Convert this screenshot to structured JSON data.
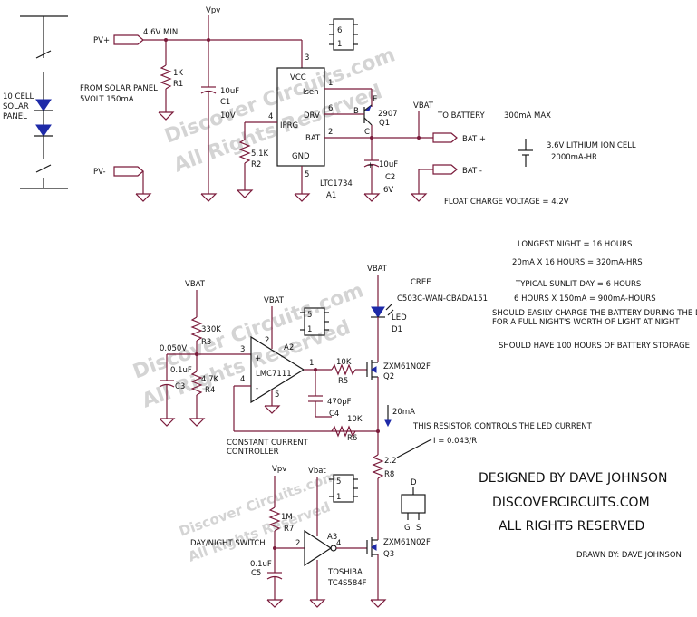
{
  "watermarks": [
    "Discover Circuits.com",
    "All Rights Reserved"
  ],
  "solar": {
    "panel_label": [
      "10 CELL",
      "SOLAR",
      "PANEL"
    ],
    "pv_plus": "PV+",
    "pv_minus": "PV-",
    "vpv": "Vpv",
    "min_voltage": "4.6V MIN",
    "source_note": [
      "FROM SOLAR PANEL",
      "5VOLT 150mA"
    ]
  },
  "charger": {
    "r1": {
      "value": "1K",
      "ref": "R1"
    },
    "c1": {
      "value": "10uF",
      "ref": "C1",
      "volt": "10V"
    },
    "r2": {
      "value": "5.1K",
      "ref": "R2"
    },
    "ic": {
      "pins": {
        "vcc": "VCC",
        "isen": "Isen",
        "drv": "DRV",
        "iprg": "IPRG",
        "bat": "BAT",
        "gnd": "GND"
      },
      "part": "LTC1734",
      "ref": "A1",
      "pin_numbers": [
        "3",
        "1",
        "6",
        "4",
        "5",
        "2"
      ]
    },
    "package_pins": [
      "6",
      "1"
    ],
    "q1": {
      "part": "2907",
      "ref": "Q1",
      "pins": [
        "E",
        "B",
        "C"
      ]
    },
    "c2": {
      "value": "10uF",
      "ref": "C2",
      "volt": "6V"
    },
    "vbat": "VBAT",
    "to_battery": "TO BATTERY",
    "max_current": "300mA MAX",
    "bat_plus": "BAT +",
    "bat_minus": "BAT -",
    "battery": [
      "3.6V LITHIUM ION CELL",
      "2000mA-HR"
    ],
    "float_voltage": "FLOAT CHARGE VOLTAGE = 4.2V"
  },
  "notes": {
    "longest_night": "LONGEST NIGHT = 16 HOURS",
    "night_calc": "20mA X 16 HOURS = 320mA-HRS",
    "sunlit_day": "TYPICAL SUNLIT DAY = 6 HOURS",
    "day_calc": "6 HOURS X 150mA = 900mA-HOURS",
    "charge_note": [
      "SHOULD EASILY CHARGE THE BATTERY DURING THE D",
      "FOR A FULL NIGHT'S WORTH OF LIGHT AT NIGHT"
    ],
    "storage": "SHOULD HAVE 100 HOURS OF BATTERY STORAGE"
  },
  "led_driver": {
    "vbat": "VBAT",
    "vbat_2": "VBAT",
    "vbat_3": "VBAT",
    "r3": {
      "value": "330K",
      "ref": "R3"
    },
    "r4": {
      "value": "4.7K",
      "ref": "R4"
    },
    "ref_voltage": "0.050V",
    "c3": {
      "value": "0.1uF",
      "ref": "C3"
    },
    "opamp": {
      "part": "LMC7111",
      "ref": "A2",
      "pins": [
        "2",
        "3",
        "4",
        "1",
        "5"
      ],
      "plus": "+",
      "minus": "-"
    },
    "package_pins": [
      "5",
      "1"
    ],
    "led": {
      "maker": "CREE",
      "part": "C503C-WAN-CBADA151",
      "label": "LED",
      "ref": "D1"
    },
    "r5": {
      "value": "10K",
      "ref": "R5"
    },
    "q2": {
      "part": "ZXM61N02F",
      "ref": "Q2"
    },
    "c4": {
      "value": "470pF",
      "ref": "C4"
    },
    "r6": {
      "value": "10K",
      "ref": "R6"
    },
    "current": "20mA",
    "resistor_note": "THIS RESISTOR CONTROLS THE LED CURRENT",
    "formula": "I = 0.043/R",
    "controller": [
      "CONSTANT CURRENT",
      "CONTROLLER"
    ],
    "r8": {
      "value": "2.2",
      "ref": "R8"
    }
  },
  "switch": {
    "vpv": "Vpv",
    "vbat": "Vbat",
    "r7": {
      "value": "1M",
      "ref": "R7"
    },
    "c5": {
      "value": "0.1uF",
      "ref": "C5"
    },
    "label": "DAY/NIGHT SWITCH",
    "gate": {
      "ref": "A3",
      "maker": "TOSHIBA",
      "part": "TC4S584F",
      "pins": [
        "2",
        "4"
      ]
    },
    "package_pins": [
      "5",
      "1"
    ],
    "q3": {
      "part": "ZXM61N02F",
      "ref": "Q3"
    },
    "fet_pins": [
      "D",
      "G",
      "S"
    ]
  },
  "credits": {
    "designed": "DESIGNED BY DAVE JOHNSON",
    "site": "DISCOVERCIRCUITS.COM",
    "rights": "ALL RIGHTS RESERVED",
    "drawn": "DRAWN BY: DAVE JOHNSON"
  }
}
